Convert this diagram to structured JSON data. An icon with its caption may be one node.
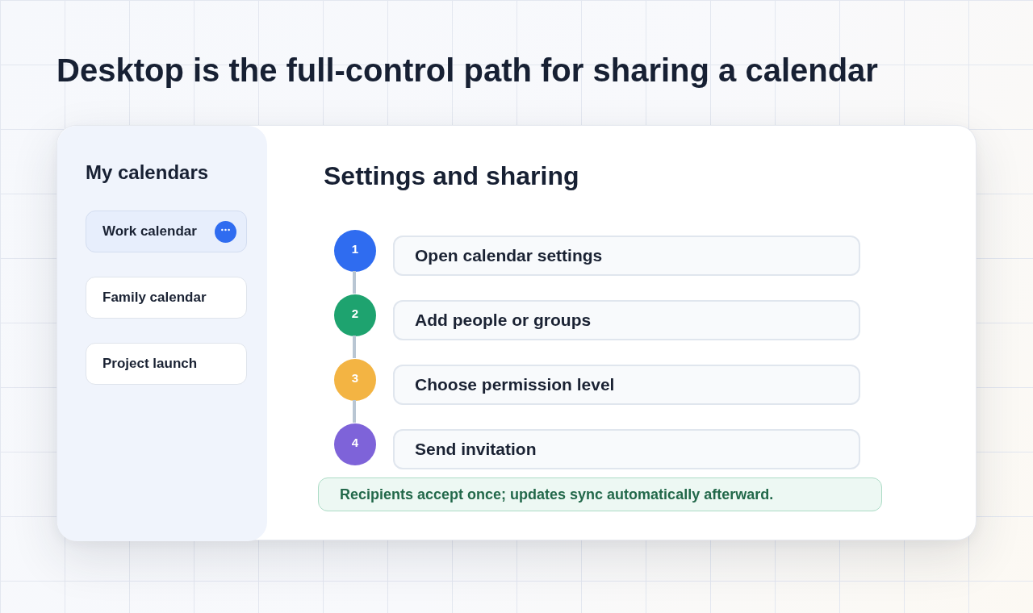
{
  "diagram": {
    "title": "Desktop is the full-control path for sharing a calendar",
    "nodes": [
      {
        "text": [
          "Settings and sharing"
        ]
      },
      {
        "text": [
          "My calendars"
        ],
        "in": 0
      },
      {
        "text": [
          "Work calendar"
        ],
        "in": 1
      },
      {
        "text": [
          "Family calendar"
        ],
        "in": 1
      },
      {
        "text": [
          "Project launch"
        ],
        "in": 1
      },
      {
        "text": [
          "1"
        ],
        "in": 0
      },
      {
        "text": [
          "Open calendar settings"
        ],
        "in": 0
      },
      {
        "text": [
          "2"
        ],
        "in": 0
      },
      {
        "text": [
          "Add people or groups"
        ],
        "in": 0
      },
      {
        "text": [
          "3"
        ],
        "in": 0
      },
      {
        "text": [
          "Choose permission level"
        ],
        "in": 0
      },
      {
        "text": [
          "4"
        ],
        "in": 0
      },
      {
        "text": [
          "Send invitation"
        ],
        "in": 0
      },
      {
        "text": [
          "Recipients accept once; updates sync automatically afterward."
        ],
        "in": 0
      }
    ],
    "edges": [
      {
        "from": 5,
        "to": 7,
        "arrow": "none"
      },
      {
        "from": 7,
        "to": 9,
        "arrow": "none"
      },
      {
        "from": 9,
        "to": 11,
        "arrow": "none"
      }
    ]
  }
}
